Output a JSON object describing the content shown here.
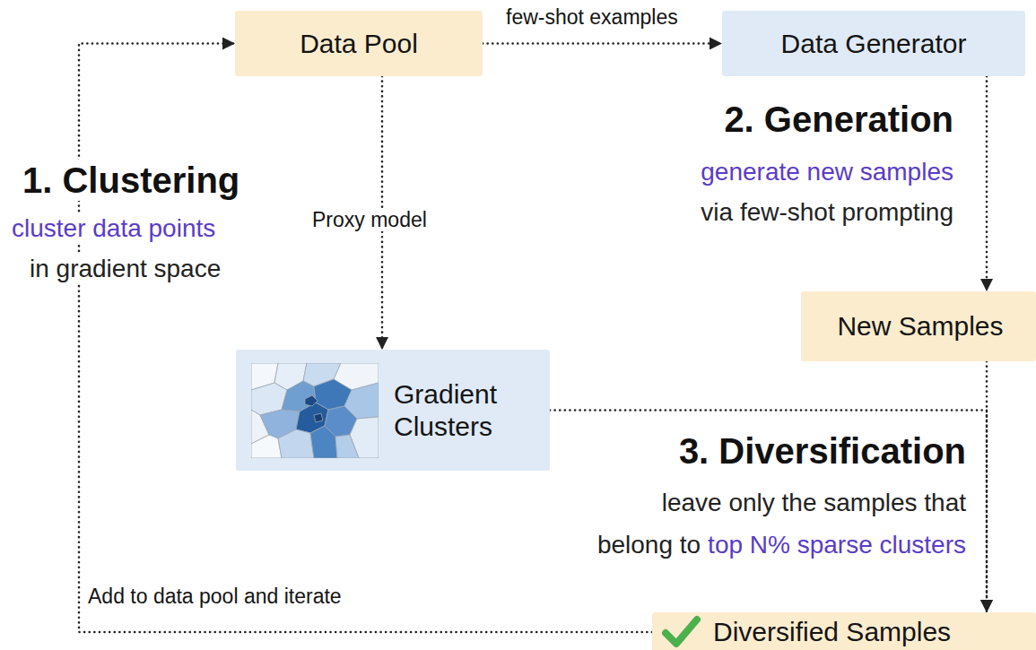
{
  "diagram": {
    "nodes": [
      {
        "text": [
          "Data Pool"
        ]
      },
      {
        "text": [
          "Data Generator"
        ]
      },
      {
        "text": [
          "Gradient Clusters"
        ]
      },
      {
        "text": [
          "New Samples"
        ]
      },
      {
        "text": [
          "Diversified Samples"
        ]
      }
    ],
    "edges": [
      {
        "from": 0,
        "to": 1,
        "label": "few-shot examples",
        "arrow": "to"
      },
      {
        "from": 0,
        "to": 2,
        "label": "Proxy model",
        "arrow": "to"
      },
      {
        "from": 1,
        "to": 3,
        "arrow": "to"
      },
      {
        "from": 3,
        "to": 4,
        "arrow": "to"
      },
      {
        "from": 2,
        "to": 4,
        "arrow": "to"
      },
      {
        "from": 4,
        "to": 0,
        "label": "Add to data pool and iterate",
        "arrow": "to"
      }
    ],
    "labels": [
      "1. Clustering",
      "cluster data points",
      "in gradient space",
      "2. Generation",
      "generate new samples",
      "via few-shot prompting",
      "3. Diversification",
      "leave only the samples that",
      "belong to",
      "top N% sparse clusters"
    ]
  }
}
